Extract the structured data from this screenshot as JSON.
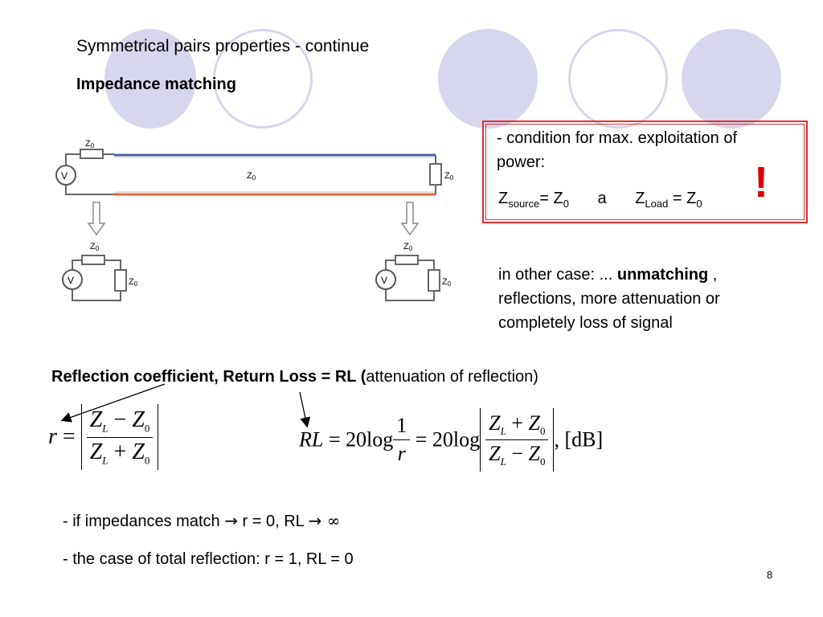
{
  "slide": {
    "title": "Symmetrical pairs properties - continue",
    "subtitle": "Impedance matching",
    "page_number": "8"
  },
  "callout": {
    "line1": "- condition for max. exploitation of",
    "line2": "power:",
    "z": "Z",
    "source_sub": "source",
    "eq_z0": "= Z",
    "zero_sub": "0",
    "conj": "a",
    "load_sub": "Load",
    "eq_z0_2": " = Z",
    "exclamation": "!"
  },
  "unmatching": {
    "prefix": "in other case: ... ",
    "bold": "unmatching",
    "suffix": " ,",
    "line2": "reflections, more attenuation or",
    "line3": "completely loss of signal"
  },
  "reflection_heading": {
    "bold1": "Reflection coefficient,  Return Loss = RL (",
    "normal": "attenuation of reflection)"
  },
  "formula_r": {
    "lhs": "r",
    "eq": " = ",
    "Z": "Z",
    "L": "L",
    "zero": "0",
    "minus": " − ",
    "plus": " + "
  },
  "formula_rl": {
    "lhs": "RL",
    "eq": " = 20log",
    "one": "1",
    "r": "r",
    "eq2": " = 20log",
    "unit": ", [dB]"
  },
  "bullets": {
    "match_prefix": "- if impedances match ",
    "match_arrow": "→",
    "match_mid": "  r = 0,  RL ",
    "match_arrow2": "→",
    "match_inf": " ∞",
    "total": "- the case of total reflection:   r = 1,  RL = 0"
  },
  "diagram": {
    "labels": {
      "z0": "Z",
      "zero": "0",
      "v": "V"
    },
    "colors": {
      "top_wire": "#4a5fa8",
      "bottom_wire": "#e0683a"
    }
  },
  "colors": {
    "circle_fill": "#d6d6ec",
    "circle_stroke": "#d6d6ec",
    "callout_border": "#e03030",
    "exclamation": "#e00000"
  }
}
